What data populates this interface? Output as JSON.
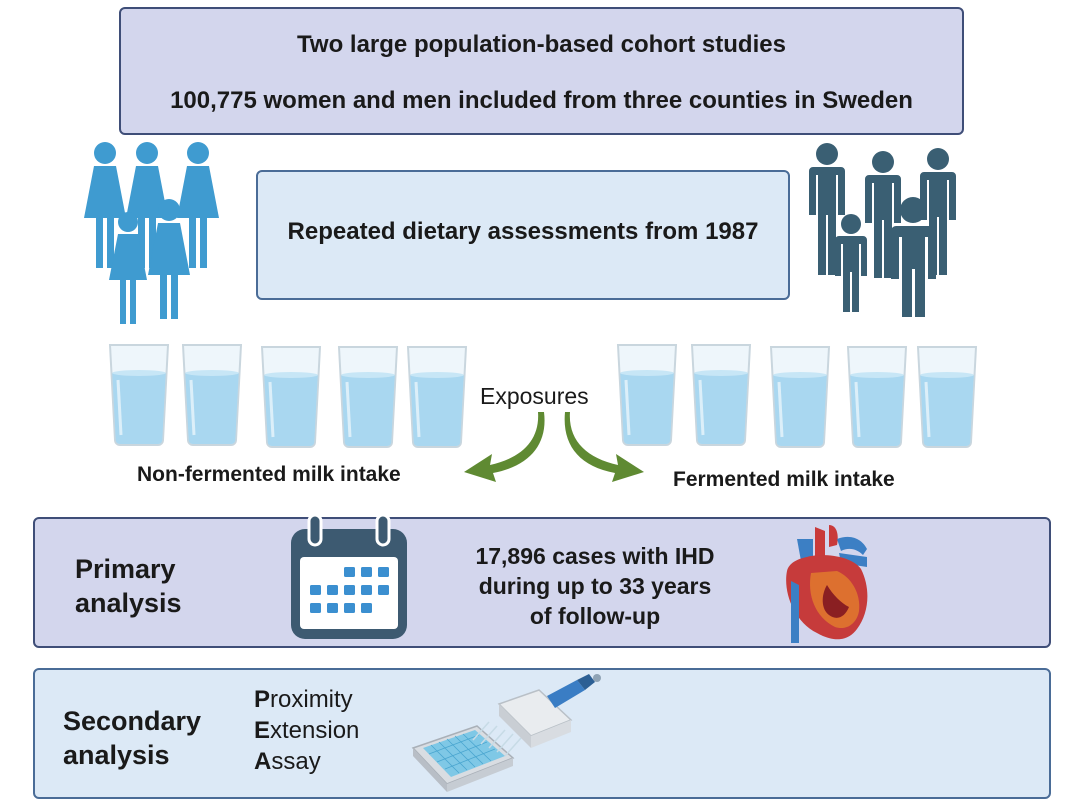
{
  "top": {
    "line1": "Two large population-based cohort studies",
    "line2": "100,775 women and men included from three counties in Sweden"
  },
  "diet": {
    "text": "Repeated dietary assessments from 1987"
  },
  "exposures": {
    "label": "Exposures",
    "left": "Non-fermented milk intake",
    "right": "Fermented milk intake"
  },
  "primary": {
    "label_line1": "Primary",
    "label_line2": "analysis",
    "cases_line1": "17,896 cases with IHD",
    "cases_line2": "during up to 33 years",
    "cases_line3": "of follow-up"
  },
  "secondary": {
    "label_line1": "Secondary",
    "label_line2": "analysis",
    "pea": [
      {
        "initial": "P",
        "rest": "roximity"
      },
      {
        "initial": "E",
        "rest": "xtension"
      },
      {
        "initial": "A",
        "rest": "ssay"
      }
    ]
  },
  "icons": {
    "women": "women-group-icon",
    "men": "men-group-icon",
    "glass": "milk-glass-icon",
    "calendar": "calendar-icon",
    "heart": "heart-icon",
    "pipette": "pipette-plate-icon"
  },
  "colors": {
    "women": "#3f9bd0",
    "men": "#3a5f73",
    "arrow": "#5f8a32",
    "calendar": "#3d5a71",
    "calendar_dots": "#3b8fd0"
  }
}
